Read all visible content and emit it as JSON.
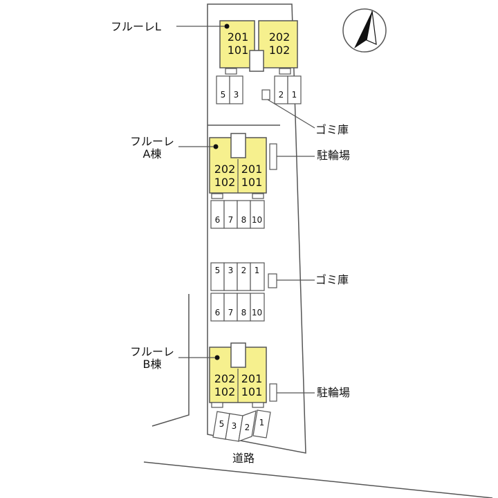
{
  "map": {
    "road_label": "道路",
    "north_icon": "north-arrow",
    "buildings": {
      "fulure_l": {
        "name": "フルーレL",
        "units": [
          {
            "upper": "201",
            "lower": "101"
          },
          {
            "upper": "202",
            "lower": "102"
          }
        ]
      },
      "fulure_a": {
        "name_line1": "フルーレ",
        "name_line2": "A棟",
        "units": [
          {
            "upper": "202",
            "lower": "102"
          },
          {
            "upper": "201",
            "lower": "101"
          }
        ]
      },
      "fulure_b": {
        "name_line1": "フルーレ",
        "name_line2": "B棟",
        "units": [
          {
            "upper": "202",
            "lower": "102"
          },
          {
            "upper": "201",
            "lower": "101"
          }
        ]
      }
    },
    "facilities": {
      "garbage_1": "ゴミ庫",
      "bicycle_1": "駐輪場",
      "garbage_2": "ゴミ庫",
      "bicycle_2": "駐輪場"
    },
    "parking": {
      "row_top_left": [
        "5",
        "3"
      ],
      "row_top_right": [
        "2",
        "1"
      ],
      "row_a": [
        "6",
        "7",
        "8",
        "10"
      ],
      "row_mid": [
        "5",
        "3",
        "2",
        "1"
      ],
      "row_mid2": [
        "6",
        "7",
        "8",
        "10"
      ],
      "row_bottom": [
        "5",
        "3",
        "2",
        "1"
      ]
    },
    "colors": {
      "building_fill": "#f6f08e",
      "line": "#333333"
    }
  }
}
